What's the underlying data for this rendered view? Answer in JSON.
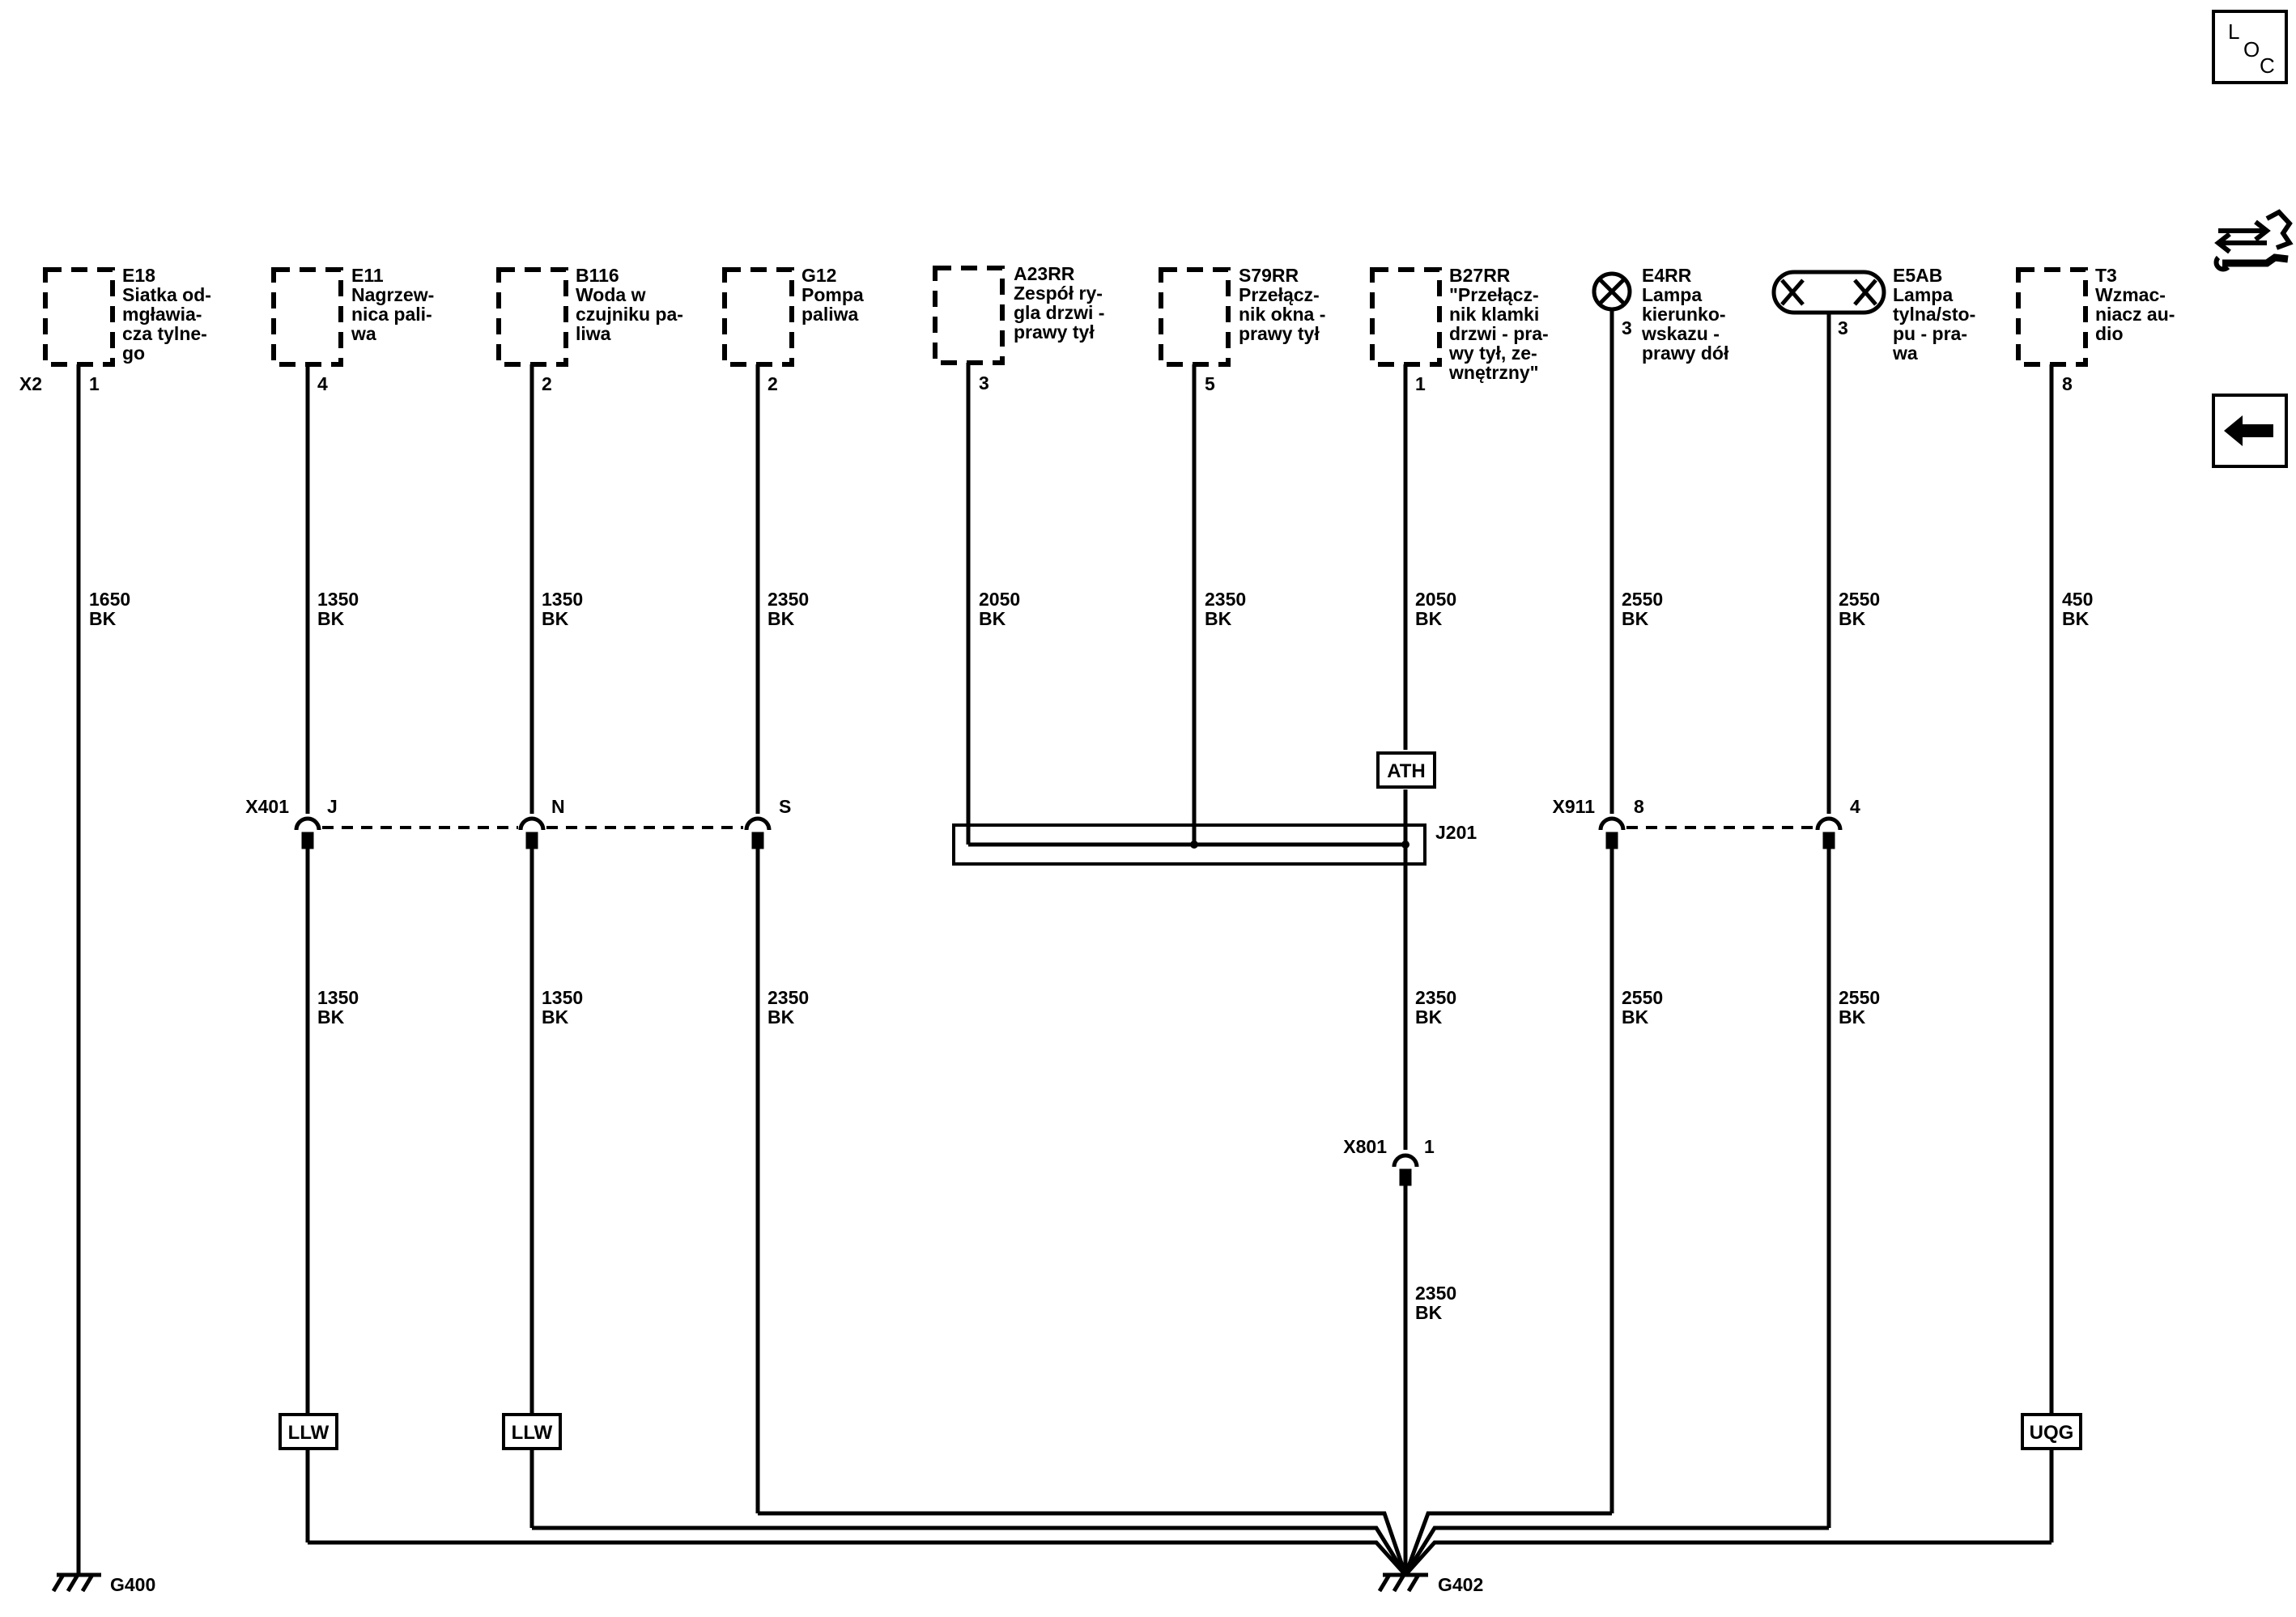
{
  "components": [
    {
      "id": "E18",
      "lines": [
        "Siatka od-",
        "mgławia-",
        "cza tylne-",
        "go"
      ],
      "pin": "1",
      "connector": "X2",
      "type": "box"
    },
    {
      "id": "E11",
      "lines": [
        "Nagrzew-",
        "nica pali-",
        "wa"
      ],
      "pin": "4",
      "connector": "",
      "type": "box"
    },
    {
      "id": "B116",
      "lines": [
        "Woda w",
        "czujniku pa-",
        "liwa"
      ],
      "pin": "2",
      "connector": "",
      "type": "box"
    },
    {
      "id": "G12",
      "lines": [
        "Pompa",
        "paliwa"
      ],
      "pin": "2",
      "connector": "",
      "type": "box"
    },
    {
      "id": "A23RR",
      "lines": [
        "Zespół ry-",
        "gla drzwi -",
        "prawy tył"
      ],
      "pin": "3",
      "connector": "",
      "type": "box"
    },
    {
      "id": "S79RR",
      "lines": [
        "Przełącz-",
        "nik okna -",
        "prawy tył"
      ],
      "pin": "5",
      "connector": "",
      "type": "box"
    },
    {
      "id": "B27RR",
      "lines": [
        "\"Przełącz-",
        "nik klamki",
        "drzwi - pra-",
        "wy tył, ze-",
        "wnętrzny\""
      ],
      "pin": "1",
      "connector": "",
      "type": "box"
    },
    {
      "id": "E4RR",
      "lines": [
        "Lampa",
        "kierunko-",
        "wskazu -",
        "prawy dół"
      ],
      "pin": "3",
      "connector": "",
      "type": "lamp"
    },
    {
      "id": "E5AB",
      "lines": [
        "Lampa",
        "tylna/sto-",
        "pu - pra-",
        "wa"
      ],
      "pin": "3",
      "connector": "",
      "type": "lamp2"
    },
    {
      "id": "T3",
      "lines": [
        "Wzmac-",
        "niacz au-",
        "dio"
      ],
      "pin": "8",
      "connector": "",
      "type": "box"
    }
  ],
  "wires": {
    "w1": [
      "1650",
      "BK"
    ],
    "w2a": [
      "1350",
      "BK"
    ],
    "w3a": [
      "1350",
      "BK"
    ],
    "w4a": [
      "2350",
      "BK"
    ],
    "w5": [
      "2050",
      "BK"
    ],
    "w6": [
      "2350",
      "BK"
    ],
    "w7a": [
      "2050",
      "BK"
    ],
    "w8a": [
      "2550",
      "BK"
    ],
    "w9a": [
      "2550",
      "BK"
    ],
    "w10": [
      "450",
      "BK"
    ],
    "w2b": [
      "1350",
      "BK"
    ],
    "w3b": [
      "1350",
      "BK"
    ],
    "w4b": [
      "2350",
      "BK"
    ],
    "w7b": [
      "2350",
      "BK"
    ],
    "w8b": [
      "2550",
      "BK"
    ],
    "w9b": [
      "2550",
      "BK"
    ],
    "w7c": [
      "2350",
      "BK"
    ]
  },
  "connectors": {
    "x401": "X401",
    "x401_j": "J",
    "x401_n": "N",
    "x401_s": "S",
    "x911": "X911",
    "x911_8": "8",
    "x911_4": "4",
    "x801": "X801",
    "x801_1": "1",
    "j201": "J201"
  },
  "badges": {
    "ath": "ATH",
    "llw1": "LLW",
    "llw2": "LLW",
    "uqg": "UQG"
  },
  "grounds": {
    "g400": "G400",
    "g402": "G402"
  },
  "side_buttons": {
    "loc": {
      "l": "L",
      "o": "O",
      "c": "C"
    },
    "icons": [
      "connector-tool-icon",
      "back-arrow-icon"
    ]
  }
}
